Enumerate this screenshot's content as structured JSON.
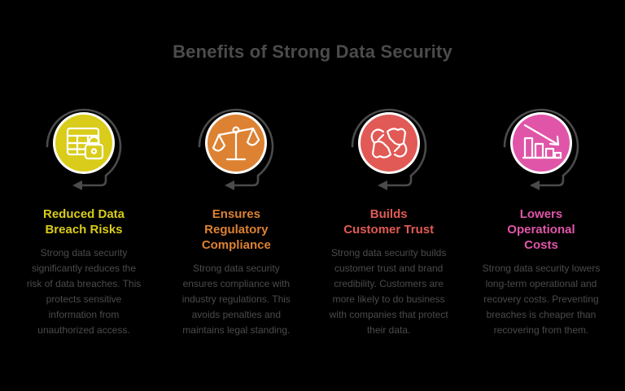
{
  "background_color": "#000000",
  "header": {
    "title": "Benefits of Strong Data Security",
    "title_color": "#4b4b4b"
  },
  "arrow": {
    "color": "#4b4b4b",
    "shape": "circular-arc-with-down-arrowhead"
  },
  "columns": [
    {
      "id": "reduced-data-breach-risks",
      "icon_name": "database-lock-icon",
      "accent_color": "#d9cc1a",
      "heading": "Reduced Data\nBreach Risks",
      "body": "Strong data security significantly reduces the risk of data breaches. This protects sensitive information from unauthorized access."
    },
    {
      "id": "ensures-regulatory-compliance",
      "icon_name": "balance-scales-icon",
      "accent_color": "#dd8232",
      "heading": "Ensures\nRegulatory\nCompliance",
      "body": "Strong data security ensures compliance with industry regulations. This avoids penalties and maintains legal standing."
    },
    {
      "id": "builds-customer-trust",
      "icon_name": "handshake-icon",
      "accent_color": "#e15a55",
      "heading": "Builds\nCustomer Trust",
      "body": "Strong data security builds customer trust and brand credibility. Customers are more likely to do business with companies that protect their data."
    },
    {
      "id": "lowers-operational-costs",
      "icon_name": "declining-bar-chart-icon",
      "accent_color": "#e055a8",
      "heading": "Lowers\nOperational\nCosts",
      "body": "Strong data security lowers long-term operational and recovery costs. Preventing breaches is cheaper than recovering from them."
    }
  ]
}
